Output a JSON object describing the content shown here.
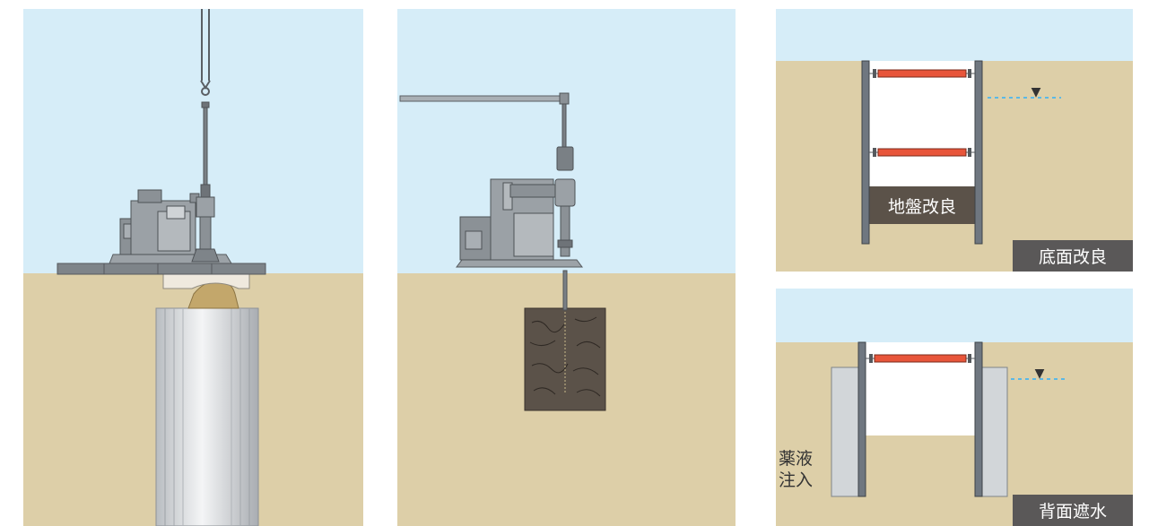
{
  "colors": {
    "sky": "#d6edf8",
    "soil": "#ddcfa8",
    "wall": "#6f7780",
    "strut": "#e8553a",
    "label_bg": "#5a5858",
    "improved_soil": "#5b5249",
    "water_line": "#5bb8e6"
  },
  "panels": {
    "right_top": {
      "inner_label": "地盤改良",
      "corner_label": "底面改良",
      "water_marker": "▼"
    },
    "right_bottom": {
      "side_label_line1": "薬液",
      "side_label_line2": "注入",
      "corner_label": "背面遮水",
      "water_marker": "▼"
    }
  }
}
